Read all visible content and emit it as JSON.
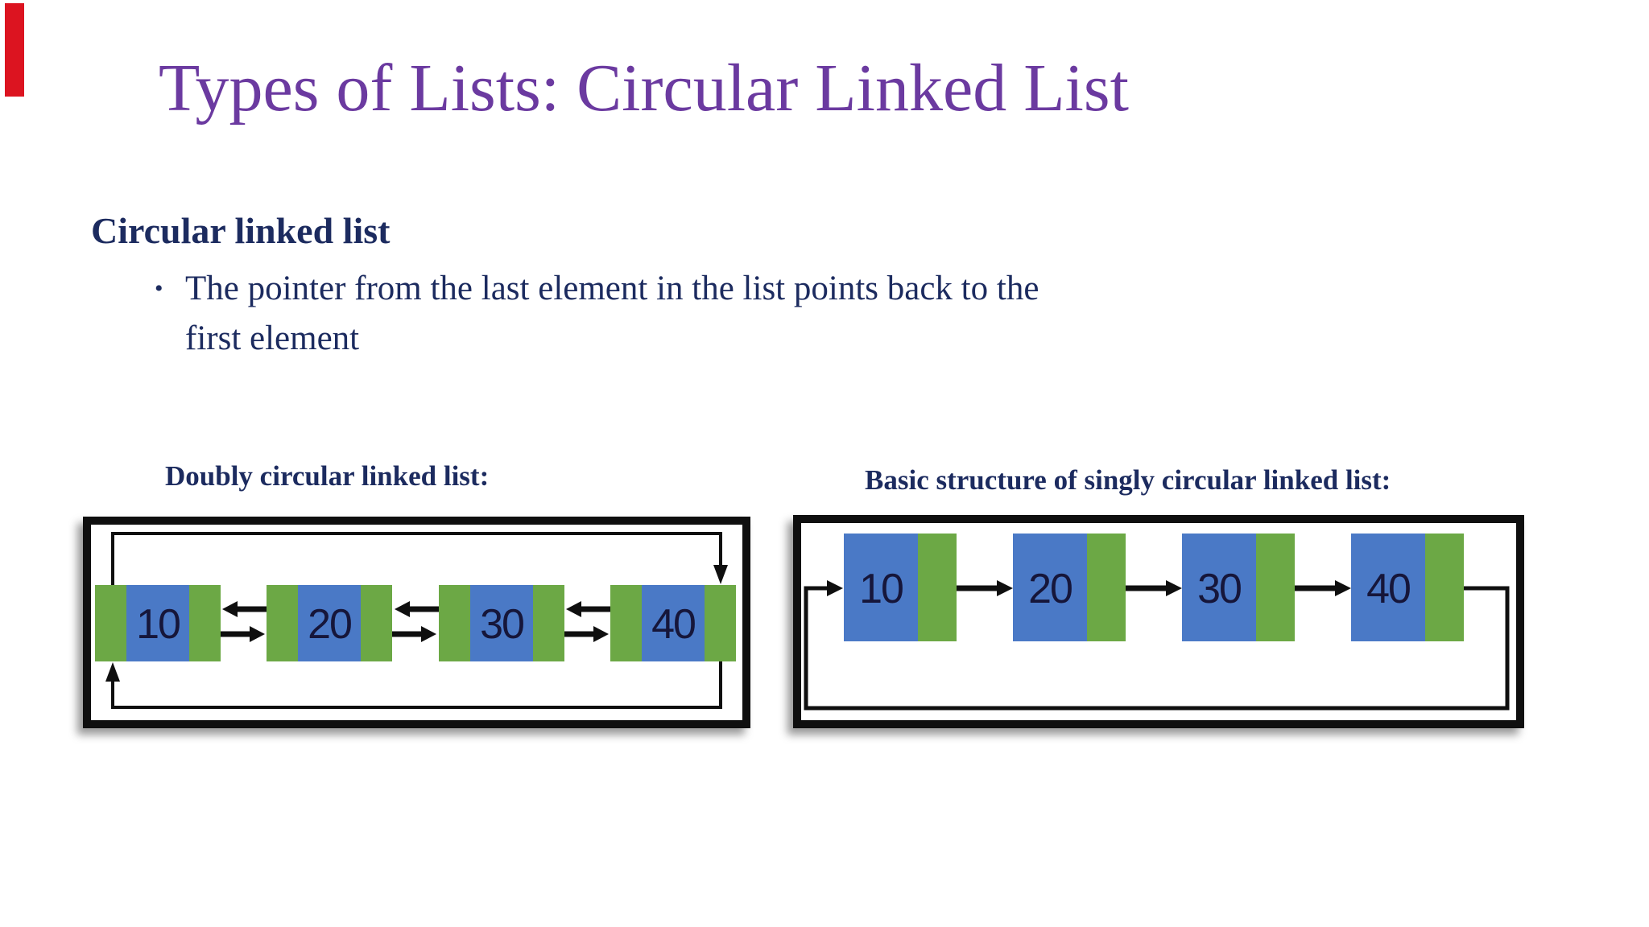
{
  "slide": {
    "title": "Types of Lists: Circular Linked List",
    "heading": "Circular linked list",
    "bullet": {
      "marker": "•",
      "lines": [
        "The pointer from the last element in the list points back to the",
        "first element"
      ]
    },
    "diagrams": {
      "doubly": {
        "label": "Doubly circular linked list:",
        "nodes": [
          "10",
          "20",
          "30",
          "40"
        ]
      },
      "singly": {
        "label": "Basic structure of singly circular linked list:",
        "nodes": [
          "10",
          "20",
          "30",
          "40"
        ]
      }
    },
    "colors": {
      "title_purple": "#6b3aa0",
      "text_navy": "#1c2b5f",
      "node_blue": "#4a79c6",
      "node_green": "#6ca845",
      "accent_red": "#dc1420",
      "line_black": "#0f0f0f"
    }
  }
}
